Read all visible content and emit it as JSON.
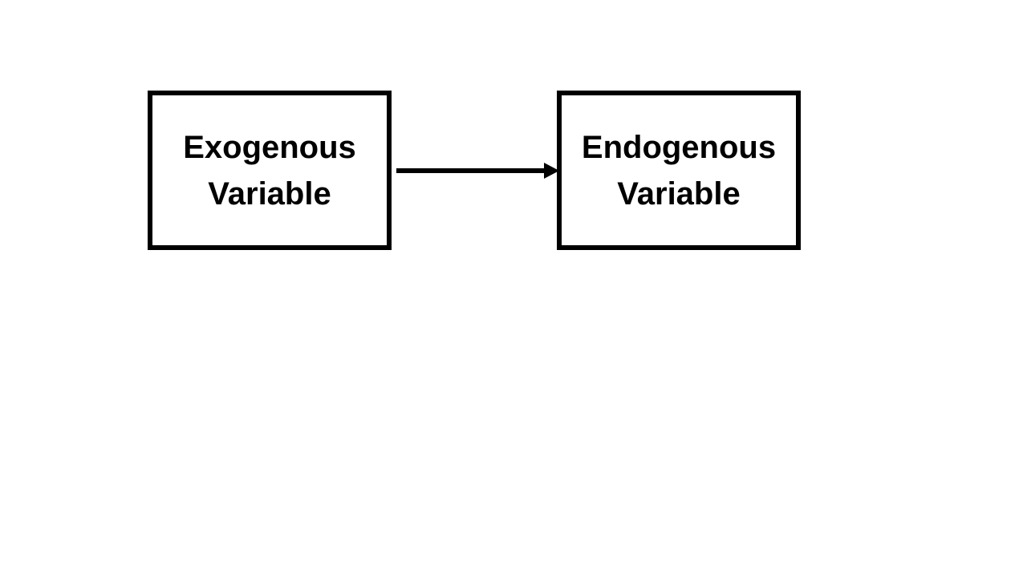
{
  "diagram": {
    "nodes": [
      {
        "id": "exogenous",
        "lines": [
          "Exogenous",
          "Variable"
        ]
      },
      {
        "id": "endogenous",
        "lines": [
          "Endogenous",
          "Variable"
        ]
      }
    ],
    "edges": [
      {
        "from": "exogenous",
        "to": "endogenous",
        "directed": true
      }
    ],
    "colors": {
      "stroke": "#000000",
      "text": "#000000",
      "background": "#ffffff"
    }
  }
}
